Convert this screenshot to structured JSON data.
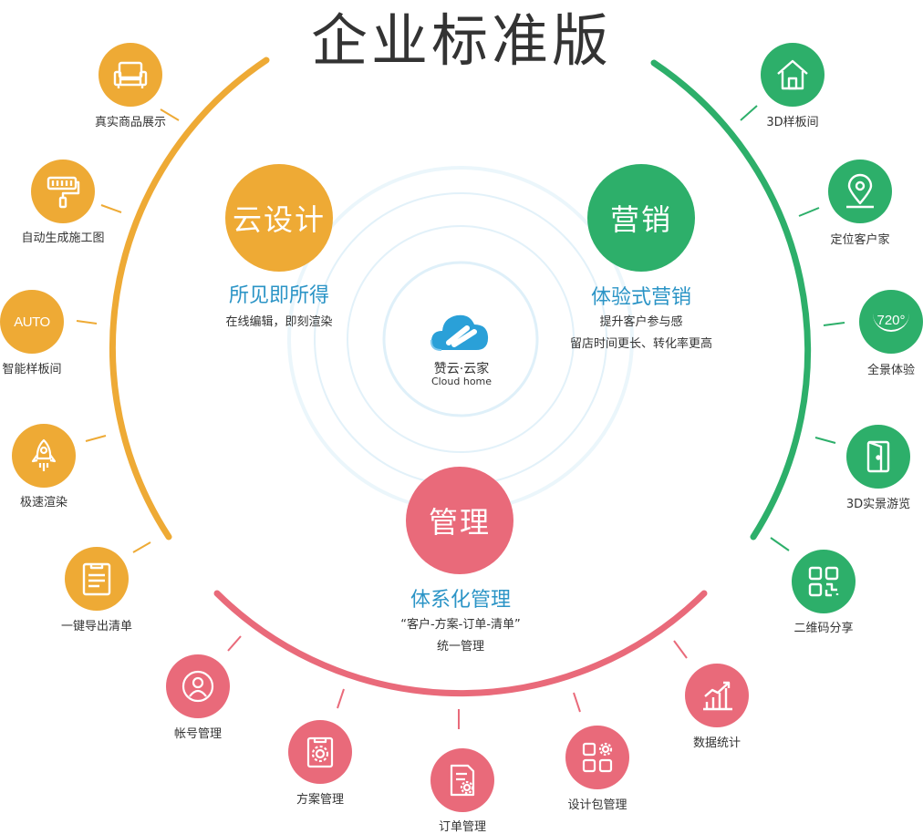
{
  "title": "企业标准版",
  "colors": {
    "orange": "#eeaa35",
    "green": "#2daf6a",
    "pink": "#e96a7a",
    "blue_text": "#2b94c6"
  },
  "center_logo": {
    "name": "赞云·云家",
    "subtitle": "Cloud home"
  },
  "hubs": {
    "design": {
      "circle_label": "云设计",
      "title": "所见即所得",
      "desc_lines": [
        "在线编辑，即刻渲染"
      ]
    },
    "marketing": {
      "circle_label": "营销",
      "title": "体验式营销",
      "desc_lines": [
        "提升客户参与感",
        "留店时间更长、转化率更高"
      ]
    },
    "management": {
      "circle_label": "管理",
      "title": "体系化管理",
      "desc_lines": [
        "“客户-方案-订单-清单”",
        "统一管理"
      ]
    }
  },
  "features_left": [
    {
      "label": "真实商品展示",
      "icon": "sofa-icon"
    },
    {
      "label": "自动生成施工图",
      "icon": "paint-roller-icon"
    },
    {
      "label": "智能样板间",
      "icon": "auto-text-icon",
      "icon_text": "AUTO"
    },
    {
      "label": "极速渲染",
      "icon": "rocket-icon"
    },
    {
      "label": "一键导出清单",
      "icon": "clipboard-icon"
    }
  ],
  "features_right": [
    {
      "label": "3D样板间",
      "icon": "house-icon"
    },
    {
      "label": "定位客户家",
      "icon": "map-pin-icon"
    },
    {
      "label": "全景体验",
      "icon": "panorama-720-icon",
      "icon_text": "720°"
    },
    {
      "label": "3D实景游览",
      "icon": "door-icon"
    },
    {
      "label": "二维码分享",
      "icon": "qr-code-icon"
    }
  ],
  "features_bottom": [
    {
      "label": "帐号管理",
      "icon": "user-icon"
    },
    {
      "label": "方案管理",
      "icon": "clipboard-gear-icon"
    },
    {
      "label": "订单管理",
      "icon": "document-gear-icon"
    },
    {
      "label": "设计包管理",
      "icon": "grid-gear-icon"
    },
    {
      "label": "数据统计",
      "icon": "bar-chart-icon"
    }
  ]
}
